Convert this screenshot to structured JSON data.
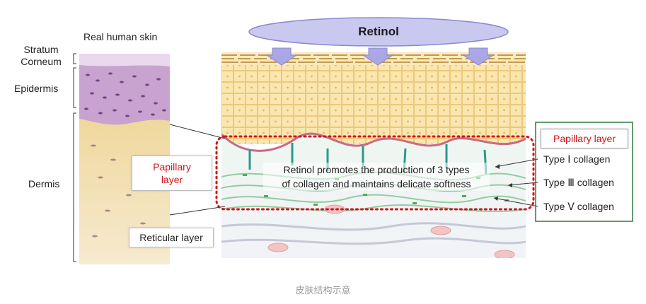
{
  "photo_title": "Real human skin",
  "left_labels": {
    "stratum_corneum": "Stratum\nCorneum",
    "epidermis": "Epidermis",
    "dermis": "Dermis"
  },
  "callouts": {
    "papillary_inner": "Papillary\nlayer",
    "reticular": "Reticular layer",
    "papillary_right": "Papillary layer"
  },
  "retinol": "Retinol",
  "center_text": "Retinol promotes the production of 3 types\nof collagen and maintains delicate softness",
  "collagen_types": [
    "Type Ⅰ collagen",
    "Type Ⅲ collagen",
    "Type Ⅴ collagen"
  ],
  "caption": "皮肤结构示意",
  "colors": {
    "accent_red": "#d0141a",
    "green_border": "#2f7a3c",
    "retinol_fill": "#c9c8ef",
    "epidermis": "#fbe6b0"
  }
}
